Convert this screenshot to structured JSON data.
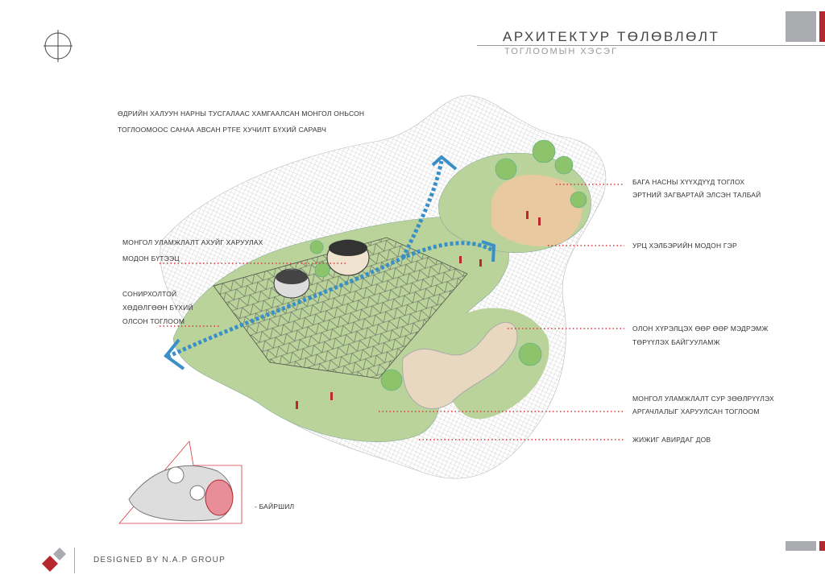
{
  "header": {
    "title": "АРХИТЕКТУР ТӨЛӨВЛӨЛТ",
    "subtitle": "ТОГЛООМЫН ХЭСЭГ"
  },
  "annotations": {
    "canopy": [
      "ӨДРИЙН ХАЛУУН НАРНЫ ТУСГАЛААС ХАМГААЛСАН МОНГОЛ ОНЬСОН",
      "ТОГЛООМООС САНАА АВСАН PTFE ХУЧИЛТ БҮХИЙ САРАВЧ"
    ],
    "wooden_structure": [
      "МОНГОЛ УЛАМЖЛАЛТ АХУЙГ ХАРУУЛАХ",
      "МОДОН БҮТЭЭЦ"
    ],
    "moving_toy": [
      "СОНИРХОЛТОЙ",
      "ХӨДӨЛГӨӨН БҮХИЙ",
      "ОЛСОН ТОГЛООМ"
    ],
    "sand_area": [
      "БАГА НАСНЫ ХҮҮХДҮҮД ТОГЛОХ",
      "ЭРТНИЙ ЗАГВАРТАЙ ЭЛСЭН ТАЛБАЙ"
    ],
    "wooden_ger": [
      "УРЦ ХЭЛБЭРИЙН МОДОН ГЭР"
    ],
    "senses_structure": [
      "ОЛОН ХҮРЭЛЦЭХ ӨӨР ӨӨР МЭДРЭМЖ",
      "ТӨРҮҮЛЭХ БАЙГУУЛАМЖ"
    ],
    "archery_toy": [
      "МОНГОЛ УЛАМЖЛАЛТ СУР ЗӨӨЛРҮҮЛЭХ",
      "АРГАЧЛАЛЫГ ХАРУУЛСАН ТОГЛООМ"
    ],
    "climbing_hill": [
      "ЖИЖИГ АВИРДАГ ДОВ"
    ]
  },
  "location_label": "- БАЙРШИЛ",
  "footer": {
    "credit": "DESIGNED BY N.A.P GROUP"
  },
  "colors": {
    "accent_red": "#b5282e",
    "gray": "#a9abae",
    "path_blue": "#3a8fc8",
    "grass": "#b9d39a",
    "sand": "#e8c9a0"
  }
}
